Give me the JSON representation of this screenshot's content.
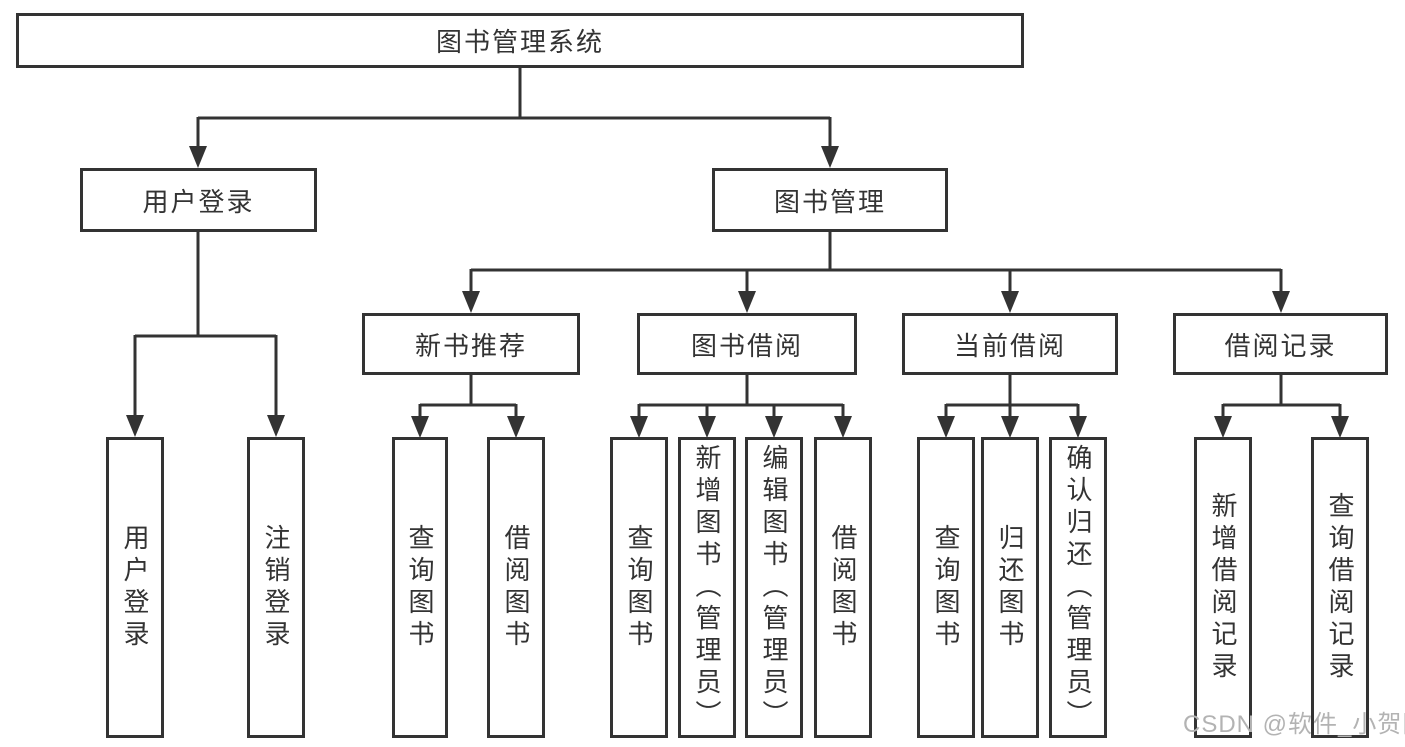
{
  "diagram": {
    "root": "图书管理系统",
    "level2": {
      "user_login": "用户登录",
      "book_management": "图书管理"
    },
    "level3": {
      "new_book": "新书推荐",
      "book_borrow": "图书借阅",
      "current_borrow": "当前借阅",
      "borrow_record": "借阅记录"
    },
    "leaves": {
      "user": [
        "用户登录",
        "注销登录"
      ],
      "new_book": [
        "查询图书",
        "借阅图书"
      ],
      "book_borrow": [
        "查询图书",
        "新增图书（管理员）",
        "编辑图书（管理员）",
        "借阅图书"
      ],
      "current_borrow": [
        "查询图书",
        "归还图书",
        "确认归还（管理员）"
      ],
      "borrow_record": [
        "新增借阅记录",
        "查询借阅记录"
      ]
    },
    "watermark": "CSDN @软件_小贺同学",
    "colors": {
      "line": "#333333",
      "text": "#333333",
      "watermark": "#b3b3b3",
      "background": "#ffffff"
    }
  }
}
